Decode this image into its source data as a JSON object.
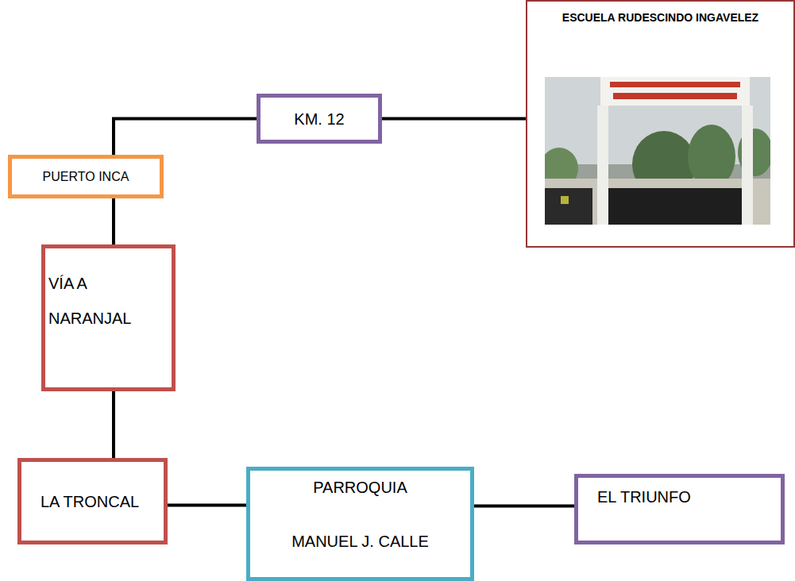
{
  "diagram": {
    "nodes": [
      {
        "text": [
          "ESCUELA RUDESCINDO INGAVELEZ"
        ]
      },
      {
        "text": [
          "KM. 12"
        ]
      },
      {
        "text": [
          "PUERTO INCA"
        ]
      },
      {
        "text": [
          "VÍA A NARANJAL"
        ]
      },
      {
        "text": [
          "LA TRONCAL"
        ]
      },
      {
        "text": [
          "PARROQUIA MANUEL J. CALLE"
        ]
      },
      {
        "text": [
          "EL TRIUNFO"
        ]
      }
    ],
    "edges": [
      {
        "from": 2,
        "to": 1,
        "arrow": "none"
      },
      {
        "from": 1,
        "to": 0,
        "arrow": "none"
      },
      {
        "from": 2,
        "to": 3,
        "arrow": "none"
      },
      {
        "from": 3,
        "to": 4,
        "arrow": "none"
      },
      {
        "from": 4,
        "to": 5,
        "arrow": "none"
      },
      {
        "from": 5,
        "to": 6,
        "arrow": "none"
      }
    ]
  }
}
